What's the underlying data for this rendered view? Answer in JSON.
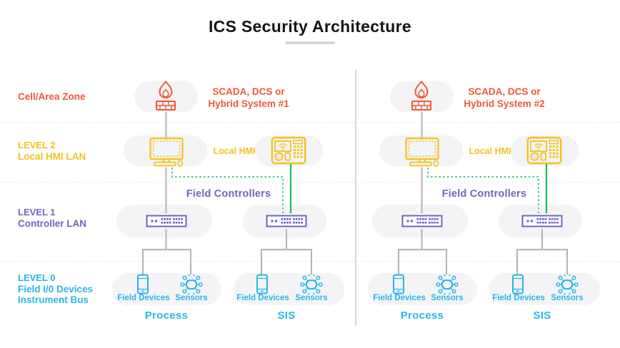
{
  "title": {
    "text": "ICS Security Architecture"
  },
  "zone_labels": {
    "cell_area": "Cell/Area Zone",
    "level2_line1": "LEVEL 2",
    "level2_line2": "Local HMI LAN",
    "level1_line1": "LEVEL 1",
    "level1_line2": "Controller LAN",
    "level0_line1": "LEVEL 0",
    "level0_line2": "Field I/0 Devices",
    "level0_line3": "Instrument Bus"
  },
  "halves": [
    {
      "scada_line1": "SCADA, DCS or",
      "scada_line2": "Hybrid System #1",
      "local_hmi": "Local HMI",
      "field_controllers": "Field Controllers",
      "field_devices_1": "Field Devices",
      "sensors_1": "Sensors",
      "field_devices_2": "Field Devices",
      "sensors_2": "Sensors",
      "group1": "Process",
      "group2": "SIS"
    },
    {
      "scada_line1": "SCADA, DCS or",
      "scada_line2": "Hybrid System #2",
      "local_hmi": "Local HMI",
      "field_controllers": "Field Controllers",
      "field_devices_1": "Field Devices",
      "sensors_1": "Sensors",
      "field_devices_2": "Field Devices",
      "sensors_2": "Sensors",
      "group1": "Process",
      "group2": "SIS"
    }
  ],
  "icons": {
    "firewall": "flame-over-brick-wall",
    "workstation": "desktop-computer-monitor",
    "hmi_panel": "hmi-control-panel-with-wifi-keypad",
    "network_switch": "ethernet-switch-with-ports",
    "field_device": "smartphone-handheld-device",
    "sensors": "sensor-node-network"
  },
  "colors": {
    "orange": "#f2573b",
    "yellow": "#f4c11d",
    "purple": "#6d67b8",
    "cyan": "#29b6e8",
    "green_solid": "#18bd62",
    "green_dotted": "#41cd7f",
    "line_gray": "#b3b3b3",
    "pill_bg": "#f4f4f6"
  }
}
